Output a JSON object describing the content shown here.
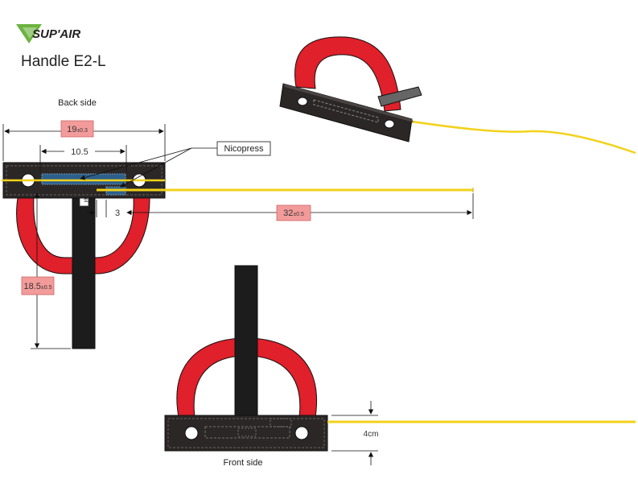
{
  "brand": {
    "name": "SUP'AIR",
    "accent_green": "#6cb33f",
    "accent_dark": "#1b1b1b"
  },
  "title": "Handle E2-L",
  "views": {
    "back_label": "Back side",
    "front_label": "Front side"
  },
  "callouts": {
    "nicopress": "Nicopress",
    "label_tag": "label"
  },
  "dimensions": {
    "width": {
      "main": "19",
      "tol": "±0.3"
    },
    "hole_spacing": "10.5",
    "gap": "3",
    "line_length": {
      "main": "32",
      "tol": "±0.5"
    },
    "height": {
      "main": "18.5",
      "tol": "±0.5"
    },
    "strap_width": "4cm"
  },
  "colors": {
    "strap_red": "#e0202a",
    "plate_dark": "#2b2726",
    "line_yellow": "#f2d21b",
    "tag_pink": "#f39b9b",
    "nicopress_blue": "#2d5f8a"
  }
}
